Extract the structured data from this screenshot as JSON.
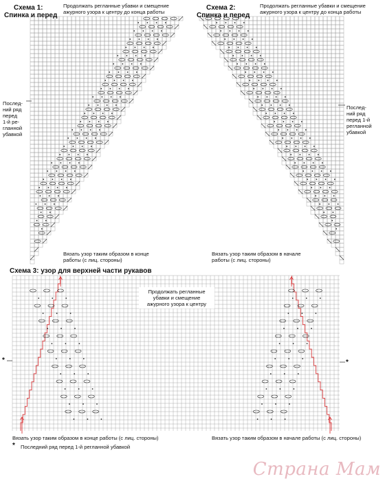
{
  "scheme1": {
    "title_line1": "Схема 1:",
    "title_line2": "Спинка и перед",
    "top_note": [
      "Продолжать регланные убавки и смещение",
      "ажурного узора к центру до конца работы"
    ],
    "side_note": [
      "Послед-",
      "ний ряд",
      "перед",
      "1-й ре-",
      "гланной",
      "убавкой"
    ],
    "bottom_note": [
      "Вязать узор таким образом в конце",
      "работы (с лиц. стороны)"
    ]
  },
  "scheme2": {
    "title_line1": "Схема 2:",
    "title_line2": "Спинка и перед",
    "top_note": [
      "Продолжать регланные убавки и смещение",
      "ажурного узора к центру до конца работы"
    ],
    "side_note": [
      "Послед-",
      "ний ряд",
      "перед 1-й",
      "регланной",
      "убавкой"
    ],
    "bottom_note": [
      "Вязать узор таким образом в начале",
      "работы (с лиц. стороны)"
    ]
  },
  "scheme3": {
    "title": "Схема 3: узор для верхней части рукавов",
    "center_note": [
      "Продолжать регланные",
      "убавки и смещение",
      "ажурного узора к центру"
    ],
    "bottom_left_note": "Вязать узор таким образом в конце работы (с лиц. стороны)",
    "bottom_right_note": "Вязать узор таким образом в начале работы (с лиц. стороны)",
    "star_mark": "*",
    "footnote_star": "*",
    "footnote": "Последний ряд перед 1-й регланной убавкой"
  },
  "watermark": "Страна Мам",
  "colors": {
    "grid": "#9a9a9a",
    "ink": "#222222",
    "accent": "#d9383a",
    "watermark": "#e8b9c0"
  }
}
